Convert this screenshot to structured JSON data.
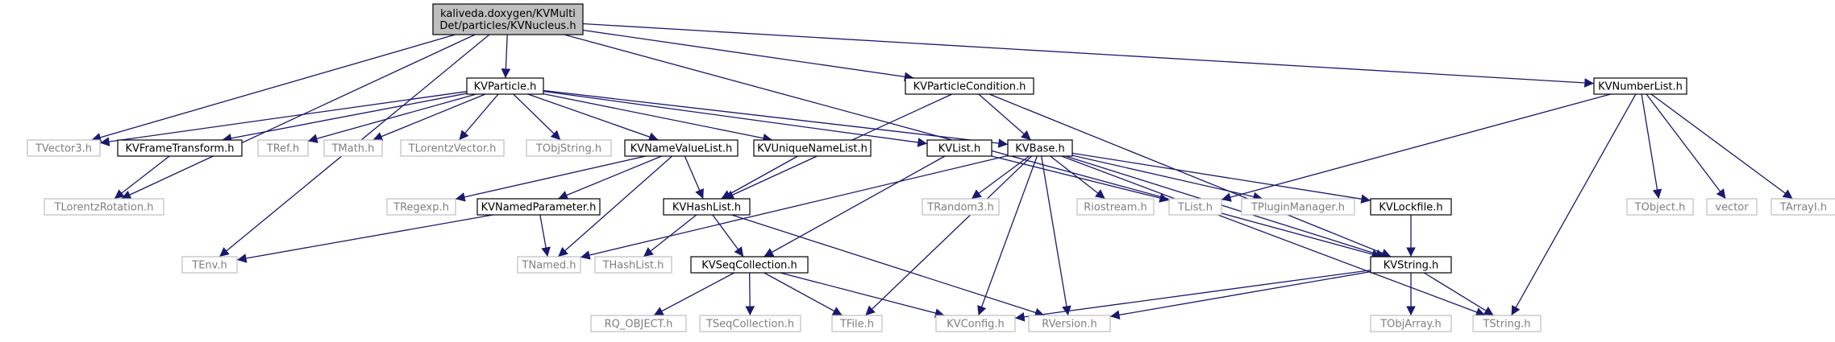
{
  "diagram": {
    "type": "include-dependency-graph",
    "colors": {
      "edge": "#191970",
      "root_fill": "#bfbfbf",
      "box_border": "#000000",
      "external_border": "#bfbfbf",
      "external_text": "#7f7f7f"
    },
    "nodes": [
      {
        "id": "n-root",
        "lines": [
          "kaliveda.doxygen/KVMulti",
          "Det/particles/KVNucleus.h"
        ],
        "style": "root"
      },
      {
        "id": "n-kvparticle",
        "lines": [
          "KVParticle.h"
        ],
        "style": "dark"
      },
      {
        "id": "n-kvparticlecondition",
        "lines": [
          "KVParticleCondition.h"
        ],
        "style": "dark"
      },
      {
        "id": "n-kvnumberlist",
        "lines": [
          "KVNumberList.h"
        ],
        "style": "dark"
      },
      {
        "id": "n-tvector3",
        "lines": [
          "TVector3.h"
        ],
        "style": "grey"
      },
      {
        "id": "n-kvframetransform",
        "lines": [
          "KVFrameTransform.h"
        ],
        "style": "dark"
      },
      {
        "id": "n-tref",
        "lines": [
          "TRef.h"
        ],
        "style": "grey"
      },
      {
        "id": "n-tmath",
        "lines": [
          "TMath.h"
        ],
        "style": "grey"
      },
      {
        "id": "n-tlorentzvector",
        "lines": [
          "TLorentzVector.h"
        ],
        "style": "grey"
      },
      {
        "id": "n-tobjstring",
        "lines": [
          "TObjString.h"
        ],
        "style": "grey"
      },
      {
        "id": "n-kvnamevaluelist",
        "lines": [
          "KVNameValueList.h"
        ],
        "style": "dark"
      },
      {
        "id": "n-kvuniquenamelist",
        "lines": [
          "KVUniqueNameList.h"
        ],
        "style": "dark"
      },
      {
        "id": "n-kvlist",
        "lines": [
          "KVList.h"
        ],
        "style": "dark"
      },
      {
        "id": "n-kvbase",
        "lines": [
          "KVBase.h"
        ],
        "style": "dark"
      },
      {
        "id": "n-tlorentzrotation",
        "lines": [
          "TLorentzRotation.h"
        ],
        "style": "grey"
      },
      {
        "id": "n-tregexp",
        "lines": [
          "TRegexp.h"
        ],
        "style": "grey"
      },
      {
        "id": "n-kvnamedparameter",
        "lines": [
          "KVNamedParameter.h"
        ],
        "style": "dark"
      },
      {
        "id": "n-kvhashlist",
        "lines": [
          "KVHashList.h"
        ],
        "style": "dark"
      },
      {
        "id": "n-trandom3",
        "lines": [
          "TRandom3.h"
        ],
        "style": "grey"
      },
      {
        "id": "n-riostream",
        "lines": [
          "Riostream.h"
        ],
        "style": "grey"
      },
      {
        "id": "n-tlist",
        "lines": [
          "TList.h"
        ],
        "style": "grey"
      },
      {
        "id": "n-tpluginmanager",
        "lines": [
          "TPluginManager.h"
        ],
        "style": "grey"
      },
      {
        "id": "n-kvlockfile",
        "lines": [
          "KVLockfile.h"
        ],
        "style": "dark"
      },
      {
        "id": "n-tobject",
        "lines": [
          "TObject.h"
        ],
        "style": "grey"
      },
      {
        "id": "n-vector",
        "lines": [
          "vector"
        ],
        "style": "grey"
      },
      {
        "id": "n-tarrayi",
        "lines": [
          "TArrayI.h"
        ],
        "style": "grey"
      },
      {
        "id": "n-tenv",
        "lines": [
          "TEnv.h"
        ],
        "style": "grey"
      },
      {
        "id": "n-tnamed",
        "lines": [
          "TNamed.h"
        ],
        "style": "grey"
      },
      {
        "id": "n-thashlist",
        "lines": [
          "THashList.h"
        ],
        "style": "grey"
      },
      {
        "id": "n-kvseqcollection",
        "lines": [
          "KVSeqCollection.h"
        ],
        "style": "dark"
      },
      {
        "id": "n-kvstring",
        "lines": [
          "KVString.h"
        ],
        "style": "dark"
      },
      {
        "id": "n-rq-object",
        "lines": [
          "RQ_OBJECT.h"
        ],
        "style": "grey"
      },
      {
        "id": "n-tseqcollection",
        "lines": [
          "TSeqCollection.h"
        ],
        "style": "grey"
      },
      {
        "id": "n-tfile",
        "lines": [
          "TFile.h"
        ],
        "style": "grey"
      },
      {
        "id": "n-kvconfig",
        "lines": [
          "KVConfig.h"
        ],
        "style": "grey"
      },
      {
        "id": "n-rversion",
        "lines": [
          "RVersion.h"
        ],
        "style": "grey"
      },
      {
        "id": "n-tobjarray",
        "lines": [
          "TObjArray.h"
        ],
        "style": "grey"
      },
      {
        "id": "n-tstring",
        "lines": [
          "TString.h"
        ],
        "style": "grey"
      }
    ],
    "edges": [
      [
        "n-root",
        "n-kvparticle"
      ],
      [
        "n-root",
        "n-kvparticlecondition"
      ],
      [
        "n-root",
        "n-kvnumberlist"
      ],
      [
        "n-root",
        "n-tvector3"
      ],
      [
        "n-root",
        "n-tlorentzrotation"
      ],
      [
        "n-root",
        "n-tenv"
      ],
      [
        "n-root",
        "n-kvstring"
      ],
      [
        "n-kvparticle",
        "n-tvector3"
      ],
      [
        "n-kvparticle",
        "n-kvframetransform"
      ],
      [
        "n-kvparticle",
        "n-tref"
      ],
      [
        "n-kvparticle",
        "n-tmath"
      ],
      [
        "n-kvparticle",
        "n-tlorentzvector"
      ],
      [
        "n-kvparticle",
        "n-tobjstring"
      ],
      [
        "n-kvparticle",
        "n-kvnamevaluelist"
      ],
      [
        "n-kvparticle",
        "n-kvuniquenamelist"
      ],
      [
        "n-kvparticle",
        "n-kvlist"
      ],
      [
        "n-kvparticle",
        "n-kvbase"
      ],
      [
        "n-kvparticlecondition",
        "n-kvbase"
      ],
      [
        "n-kvparticlecondition",
        "n-kvhashlist"
      ],
      [
        "n-kvparticlecondition",
        "n-kvstring"
      ],
      [
        "n-kvnumberlist",
        "n-tlist"
      ],
      [
        "n-kvnumberlist",
        "n-tobject"
      ],
      [
        "n-kvnumberlist",
        "n-vector"
      ],
      [
        "n-kvnumberlist",
        "n-tarrayi"
      ],
      [
        "n-kvnumberlist",
        "n-tstring"
      ],
      [
        "n-kvframetransform",
        "n-tlorentzrotation"
      ],
      [
        "n-kvnamevaluelist",
        "n-tregexp"
      ],
      [
        "n-kvnamevaluelist",
        "n-kvnamedparameter"
      ],
      [
        "n-kvnamevaluelist",
        "n-kvhashlist"
      ],
      [
        "n-kvnamevaluelist",
        "n-tnamed"
      ],
      [
        "n-kvuniquenamelist",
        "n-kvhashlist"
      ],
      [
        "n-kvlist",
        "n-kvseqcollection"
      ],
      [
        "n-kvlist",
        "n-tlist"
      ],
      [
        "n-kvbase",
        "n-tnamed"
      ],
      [
        "n-kvbase",
        "n-trandom3"
      ],
      [
        "n-kvbase",
        "n-riostream"
      ],
      [
        "n-kvbase",
        "n-tpluginmanager"
      ],
      [
        "n-kvbase",
        "n-kvlockfile"
      ],
      [
        "n-kvbase",
        "n-tfile"
      ],
      [
        "n-kvbase",
        "n-kvconfig"
      ],
      [
        "n-kvbase",
        "n-rversion"
      ],
      [
        "n-kvbase",
        "n-kvstring"
      ],
      [
        "n-kvbase",
        "n-tstring"
      ],
      [
        "n-kvnamedparameter",
        "n-tenv"
      ],
      [
        "n-kvnamedparameter",
        "n-tnamed"
      ],
      [
        "n-kvhashlist",
        "n-thashlist"
      ],
      [
        "n-kvhashlist",
        "n-kvseqcollection"
      ],
      [
        "n-kvhashlist",
        "n-rversion"
      ],
      [
        "n-kvlockfile",
        "n-kvstring"
      ],
      [
        "n-kvseqcollection",
        "n-rq-object"
      ],
      [
        "n-kvseqcollection",
        "n-tseqcollection"
      ],
      [
        "n-kvseqcollection",
        "n-tfile"
      ],
      [
        "n-kvseqcollection",
        "n-kvconfig"
      ],
      [
        "n-kvstring",
        "n-kvconfig"
      ],
      [
        "n-kvstring",
        "n-rversion"
      ],
      [
        "n-kvstring",
        "n-tobjarray"
      ],
      [
        "n-kvstring",
        "n-tstring"
      ]
    ]
  }
}
